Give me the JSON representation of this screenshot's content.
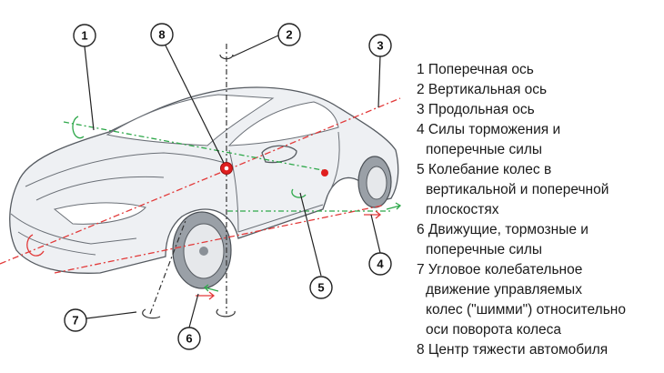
{
  "callouts": [
    "1",
    "2",
    "3",
    "4",
    "5",
    "6",
    "7",
    "8"
  ],
  "legend": [
    {
      "lines": [
        "1 Поперечная ось"
      ]
    },
    {
      "lines": [
        "2 Вертикальная ось"
      ]
    },
    {
      "lines": [
        "3 Продольная ось"
      ]
    },
    {
      "lines": [
        "4 Силы торможения и",
        "поперечные силы"
      ]
    },
    {
      "lines": [
        "5 Колебание колес в",
        "вертикальной и поперечной",
        "плоскостях"
      ]
    },
    {
      "lines": [
        "6 Движущие, тормозные и",
        "поперечные силы"
      ]
    },
    {
      "lines": [
        "7 Угловое колебательное",
        "движение управляемых",
        "колес (\"шимми\") относительно",
        "оси поворота колеса"
      ]
    },
    {
      "lines": [
        "8 Центр тяжести автомобиля"
      ]
    }
  ],
  "colors": {
    "longitudinal_axis": "#e23a3a",
    "transverse_axis": "#2ea84a",
    "center_of_gravity": "#e01f1f",
    "car_body": "#eef0f3"
  },
  "icons": [
    "center-of-gravity-marker",
    "rotation-arrow-icon",
    "force-arrow-icon"
  ]
}
